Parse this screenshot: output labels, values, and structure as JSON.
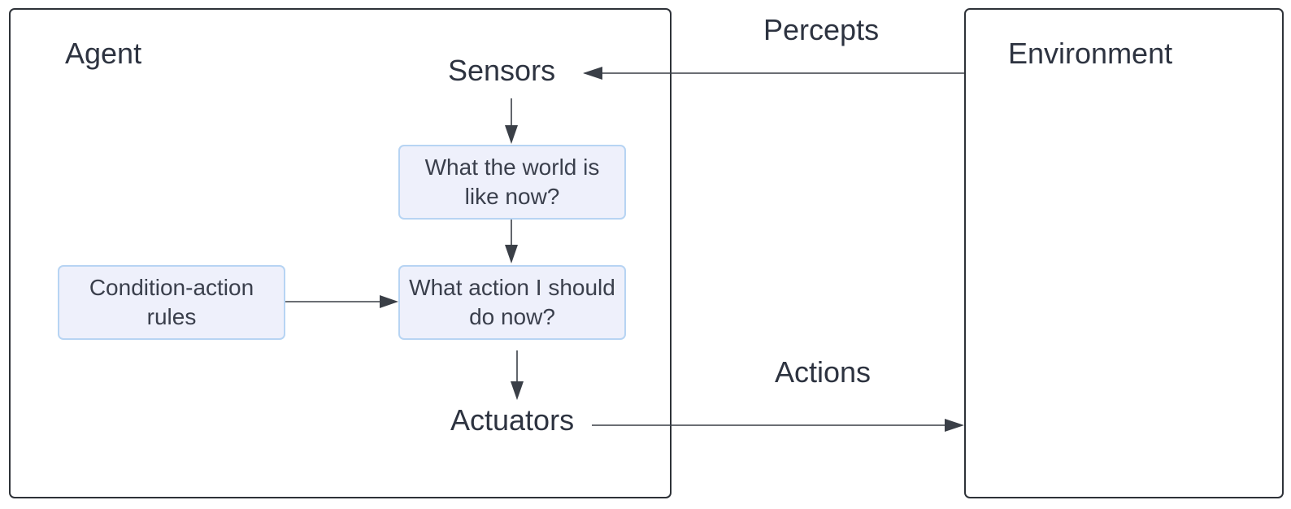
{
  "agent": {
    "title": "Agent",
    "sensors": "Sensors",
    "actuators": "Actuators",
    "world_state": "What the world is like now?",
    "action_choice": "What action I should do now?",
    "rules": "Condition-action rules"
  },
  "environment": {
    "title": "Environment"
  },
  "flows": {
    "percepts": "Percepts",
    "actions": "Actions"
  },
  "colors": {
    "frame": "#2e3238",
    "node_fill": "#eef0fb",
    "node_border": "#b7d4f3",
    "arrow": "#3a3f47"
  }
}
